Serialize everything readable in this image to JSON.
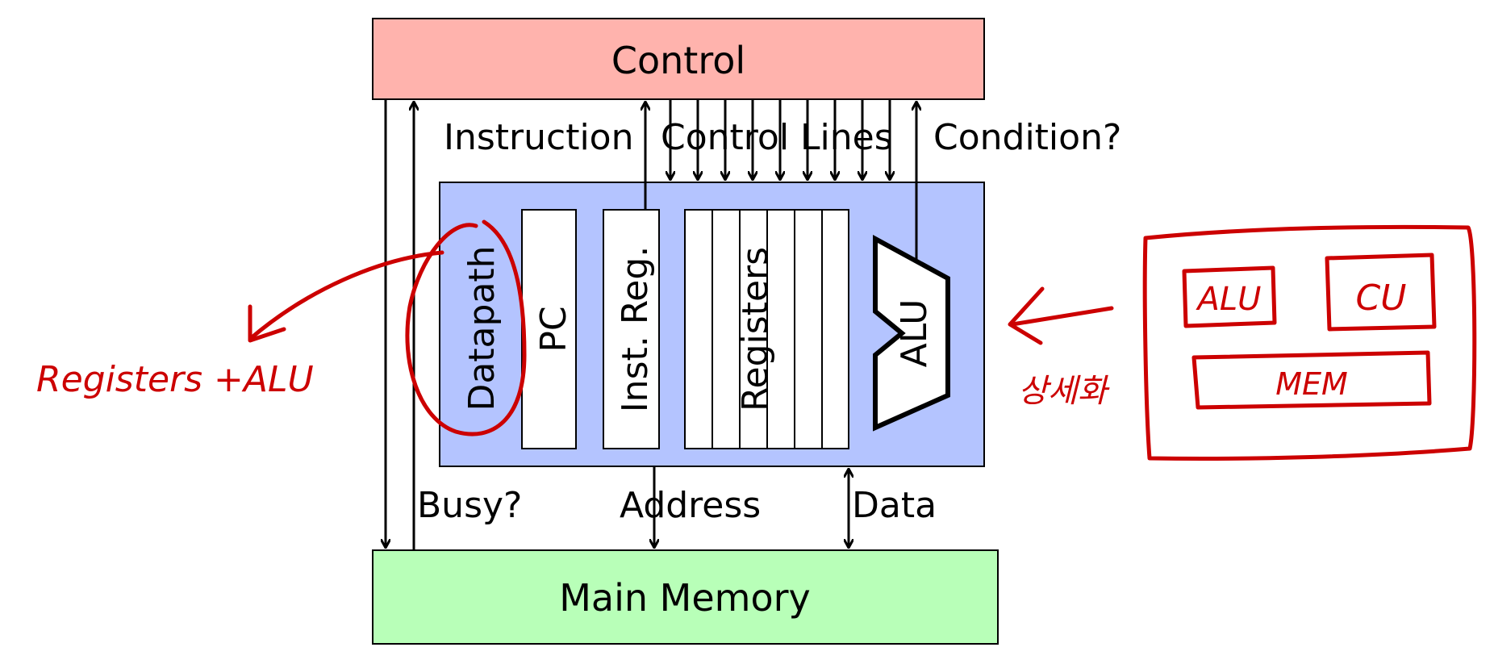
{
  "diagram": {
    "control_label": "Control",
    "main_memory_label": "Main Memory",
    "instruction_label": "Instruction",
    "control_lines_label": "Control Lines",
    "condition_label": "Condition?",
    "busy_label": "Busy?",
    "address_label": "Address",
    "data_label": "Data",
    "datapath_label": "Datapath",
    "pc_label": "PC",
    "inst_reg_label": "Inst. Reg.",
    "registers_label": "Registers",
    "alu_label": "ALU",
    "control_lines_count": 9,
    "register_cells": 6
  },
  "annotations": {
    "registers_alu_note": "Registers +ALU",
    "korean_note": "상세화",
    "sketch_alu": "ALU",
    "sketch_cu": "CU",
    "sketch_mem": "MEM"
  },
  "colors": {
    "control_fill": "#ffb3ad",
    "datapath_fill": "#b4c4ff",
    "memory_fill": "#b8ffb8",
    "ink_red": "#cc0000"
  }
}
